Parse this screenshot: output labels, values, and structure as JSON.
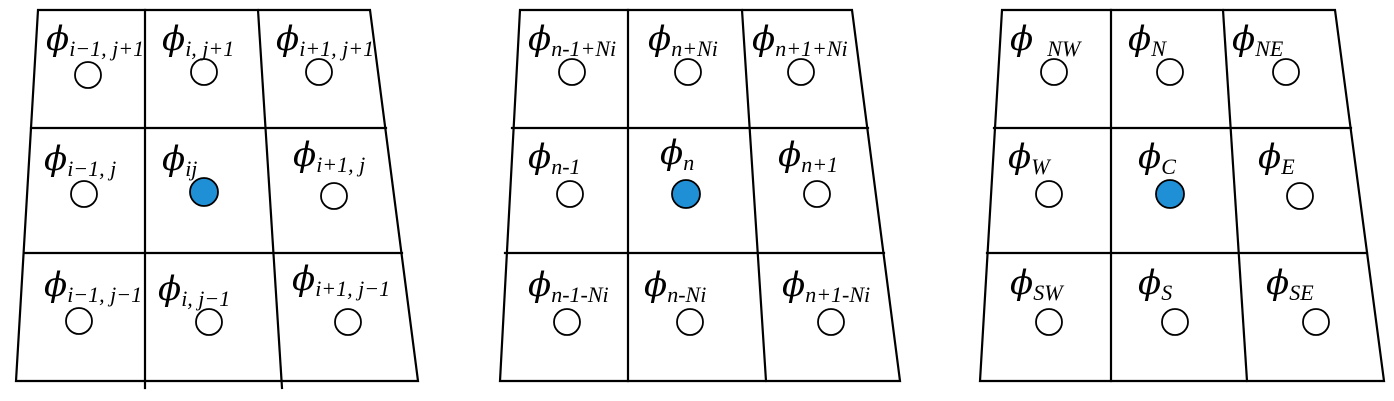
{
  "symbol": "ϕ",
  "colors": {
    "center_fill": "#1f8fd6",
    "node_fill": "#ffffff",
    "line": "#000000"
  },
  "grids": [
    {
      "name": "index-ij",
      "cells": [
        [
          {
            "label": "i−1, j+1",
            "center": false
          },
          {
            "label": "i, j+1",
            "center": false
          },
          {
            "label": "i+1, j+1",
            "center": false
          }
        ],
        [
          {
            "label": "i−1, j",
            "center": false
          },
          {
            "label": "ij",
            "center": true
          },
          {
            "label": "i+1, j",
            "center": false
          }
        ],
        [
          {
            "label": "i−1, j−1",
            "center": false
          },
          {
            "label": "i, j−1",
            "center": false
          },
          {
            "label": "i+1, j−1",
            "center": false
          }
        ]
      ]
    },
    {
      "name": "index-n",
      "cells": [
        [
          {
            "label": "n-1+Ni",
            "center": false
          },
          {
            "label": "n+Ni",
            "center": false
          },
          {
            "label": "n+1+Ni",
            "center": false
          }
        ],
        [
          {
            "label": "n-1",
            "center": false
          },
          {
            "label": "n",
            "center": true
          },
          {
            "label": "n+1",
            "center": false
          }
        ],
        [
          {
            "label": "n-1-Ni",
            "center": false
          },
          {
            "label": "n-Ni",
            "center": false
          },
          {
            "label": "n+1-Ni",
            "center": false
          }
        ]
      ]
    },
    {
      "name": "compass",
      "cells": [
        [
          {
            "label": "NW",
            "center": false
          },
          {
            "label": "N",
            "center": false
          },
          {
            "label": "NE",
            "center": false
          }
        ],
        [
          {
            "label": "W",
            "center": false
          },
          {
            "label": "C",
            "center": true
          },
          {
            "label": "E",
            "center": false
          }
        ],
        [
          {
            "label": "SW",
            "center": false
          },
          {
            "label": "S",
            "center": false
          },
          {
            "label": "SE",
            "center": false
          }
        ]
      ]
    }
  ]
}
